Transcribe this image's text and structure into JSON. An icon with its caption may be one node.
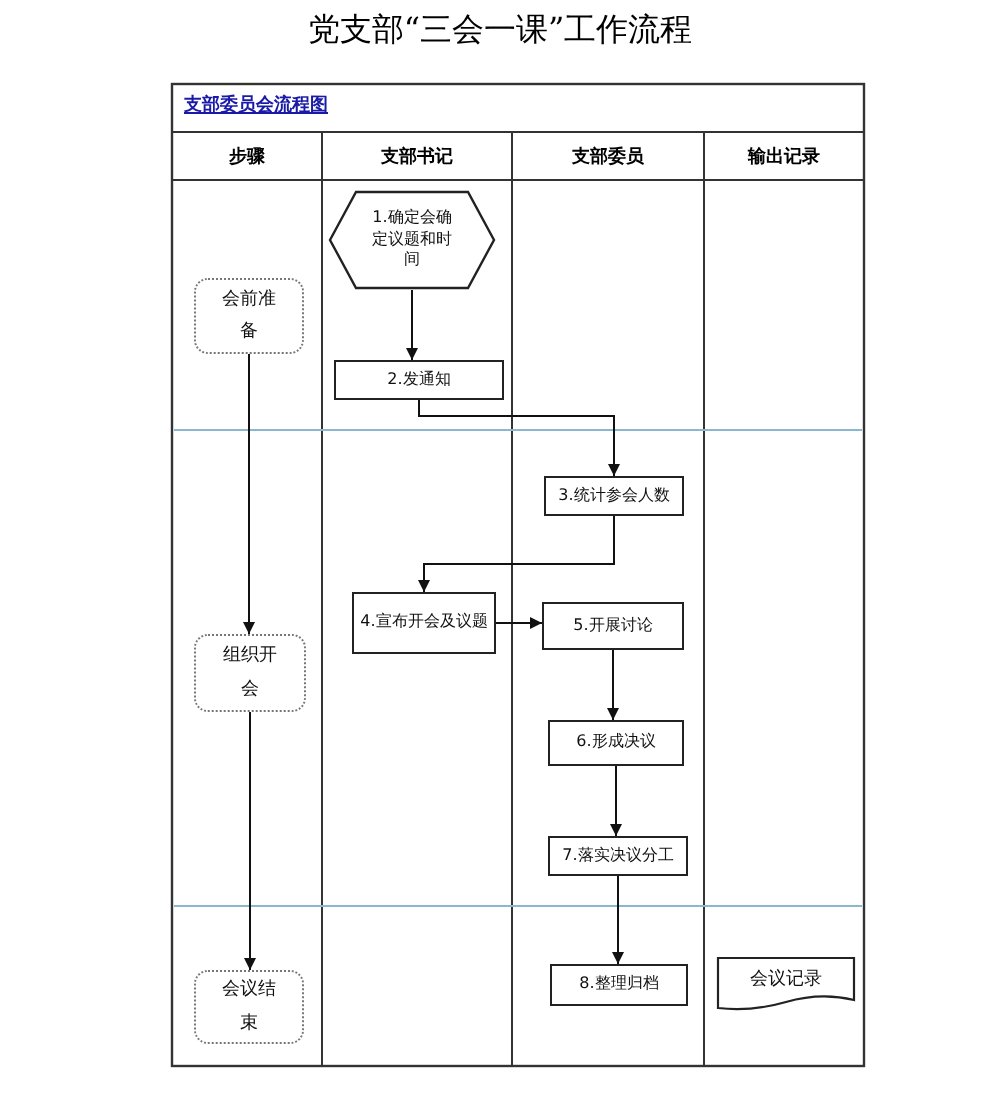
{
  "diagram": {
    "title": "党支部“三会一课”工作流程",
    "nodes": [
      {
        "text": [
          "会前准备"
        ]
      },
      {
        "text": [
          "1.确定会确定议题和时间"
        ]
      },
      {
        "text": [
          "2.发通知"
        ]
      },
      {
        "text": [
          "3.统计参会人数"
        ]
      },
      {
        "text": [
          "组织开会"
        ]
      },
      {
        "text": [
          "4.宣布开会及议题"
        ]
      },
      {
        "text": [
          "5.开展讨论"
        ]
      },
      {
        "text": [
          "6.形成决议"
        ]
      },
      {
        "text": [
          "7.落实决议分工"
        ]
      },
      {
        "text": [
          "会议结束"
        ]
      },
      {
        "text": [
          "8.整理归档"
        ]
      },
      {
        "text": [
          "会议记录"
        ]
      }
    ],
    "edges": [
      {
        "from": 0,
        "to": 4,
        "arrow": "to"
      },
      {
        "from": 4,
        "to": 9,
        "arrow": "to"
      },
      {
        "from": 1,
        "to": 2,
        "arrow": "to"
      },
      {
        "from": 2,
        "to": 3,
        "arrow": "to"
      },
      {
        "from": 3,
        "to": 5,
        "arrow": "to"
      },
      {
        "from": 5,
        "to": 6,
        "arrow": "to"
      },
      {
        "from": 6,
        "to": 7,
        "arrow": "to"
      },
      {
        "from": 7,
        "to": 8,
        "arrow": "to"
      },
      {
        "from": 8,
        "to": 10,
        "arrow": "to"
      }
    ],
    "labels": [
      "支部委员会流程图",
      "步骤",
      "支部书记",
      "支部委员",
      "输出记录"
    ]
  }
}
